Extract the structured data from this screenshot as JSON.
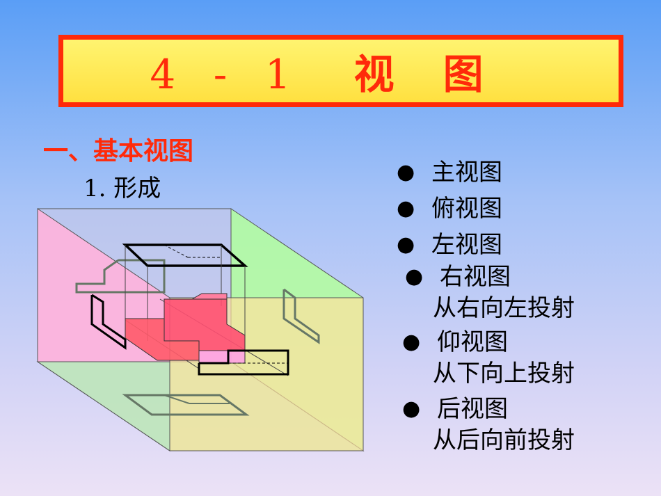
{
  "title": {
    "prefix": "4 - 1",
    "main": "视图"
  },
  "section": {
    "heading": "一、基本视图",
    "sub_number": "1.",
    "sub_label": "形成"
  },
  "bullets": [
    {
      "label": "主视图",
      "sub": ""
    },
    {
      "label": "俯视图",
      "sub": ""
    },
    {
      "label": "左视图",
      "sub": ""
    },
    {
      "label": "右视图",
      "sub": "从右向左投射"
    },
    {
      "label": "仰视图",
      "sub": "从下向上投射"
    },
    {
      "label": "后视图",
      "sub": "从后向前投射"
    }
  ],
  "colors": {
    "title_border": "#ff2a0a",
    "title_fill": "#fff25c",
    "heading": "#ff2a0a",
    "left_face": "#ffb2dc",
    "right_face": "#b3ff9c",
    "front_face": "#ffe19d",
    "bottom_face": "#b2f0b8"
  }
}
